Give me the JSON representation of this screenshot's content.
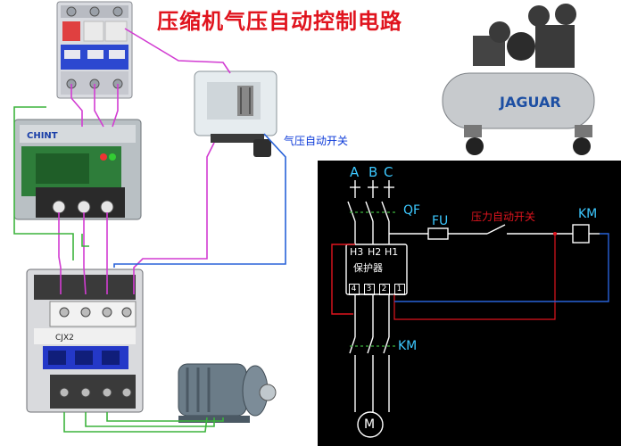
{
  "title": "压缩机气压自动控制电路",
  "photo_labels": {
    "pressure_switch": "气压自动开关",
    "compressor_brand": "JAGUAR",
    "protector_brand": "CHINT",
    "contactor_model": "CJX2"
  },
  "schematic": {
    "phases": [
      "A",
      "B",
      "C"
    ],
    "qf": "QF",
    "fu": "FU",
    "pressure_switch": "压力自动开关",
    "km_coil": "KM",
    "km_main": "KM",
    "protector": {
      "terminals_top": [
        "H3",
        "H2",
        "H1"
      ],
      "name": "保护器",
      "terminals_bottom": [
        "4",
        "3",
        "2",
        "1"
      ]
    },
    "motor": "M"
  },
  "colors": {
    "title": "#e0141e",
    "wire_magenta": "#d23cd2",
    "wire_blue": "#2862d8",
    "wire_green": "#3cb43c",
    "schematic_bg": "#000000",
    "schematic_line": "#ffffff",
    "schematic_label": "#3cc8ff"
  }
}
